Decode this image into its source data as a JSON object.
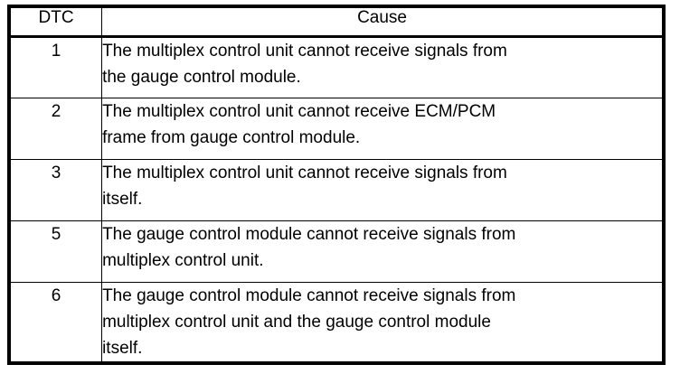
{
  "table": {
    "columns": [
      {
        "key": "dtc",
        "header": "DTC"
      },
      {
        "key": "cause",
        "header": "Cause"
      }
    ],
    "rows": [
      {
        "dtc": "1",
        "cause": "The multiplex control unit cannot receive signals from\nthe gauge control module.",
        "lines": 2
      },
      {
        "dtc": "2",
        "cause": "The multiplex control unit cannot receive ECM/PCM\nframe from gauge control module.",
        "lines": 2
      },
      {
        "dtc": "3",
        "cause": "The multiplex control unit cannot receive signals from\nitself.",
        "lines": 2
      },
      {
        "dtc": "5",
        "cause": "The gauge control module cannot receive signals from\nmultiplex control unit.",
        "lines": 2
      },
      {
        "dtc": "6",
        "cause": "The gauge control module cannot receive signals from\nmultiplex control unit and the gauge control module\nitself.",
        "lines": 3
      }
    ]
  },
  "colors": {
    "background": "#ffffff",
    "text": "#000000",
    "border": "#000000"
  }
}
